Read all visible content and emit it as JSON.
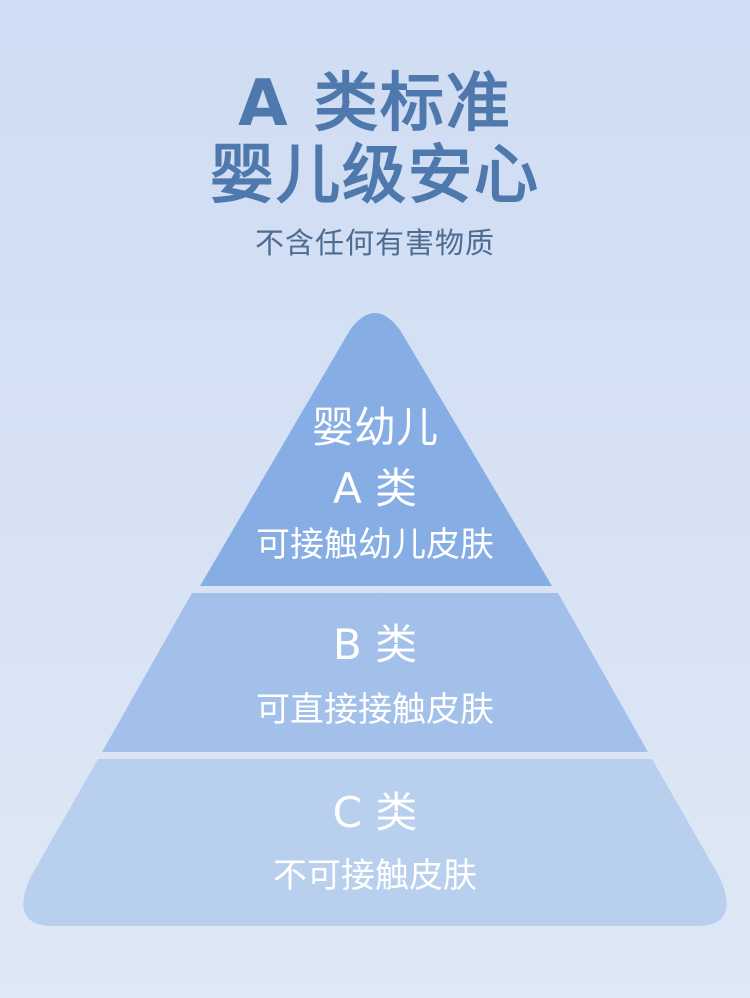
{
  "header": {
    "title_line1": "A 类标准",
    "title_line2": "婴儿级安心",
    "subtitle": "不含任何有害物质"
  },
  "pyramid": {
    "tier_a": {
      "line1": "婴幼儿",
      "line2": "A 类",
      "line3": "可接触幼儿皮肤"
    },
    "tier_b": {
      "line1": "B 类",
      "line2": "可直接接触皮肤"
    },
    "tier_c": {
      "line1": "C 类",
      "line2": "不可接触皮肤"
    }
  },
  "colors": {
    "title": "#4f78ad",
    "subtitle": "#4e6c91",
    "tier_a": "#86ade4",
    "tier_b": "#a3c0ea",
    "tier_c": "#b8cfee",
    "tier_text": "#ffffff"
  }
}
